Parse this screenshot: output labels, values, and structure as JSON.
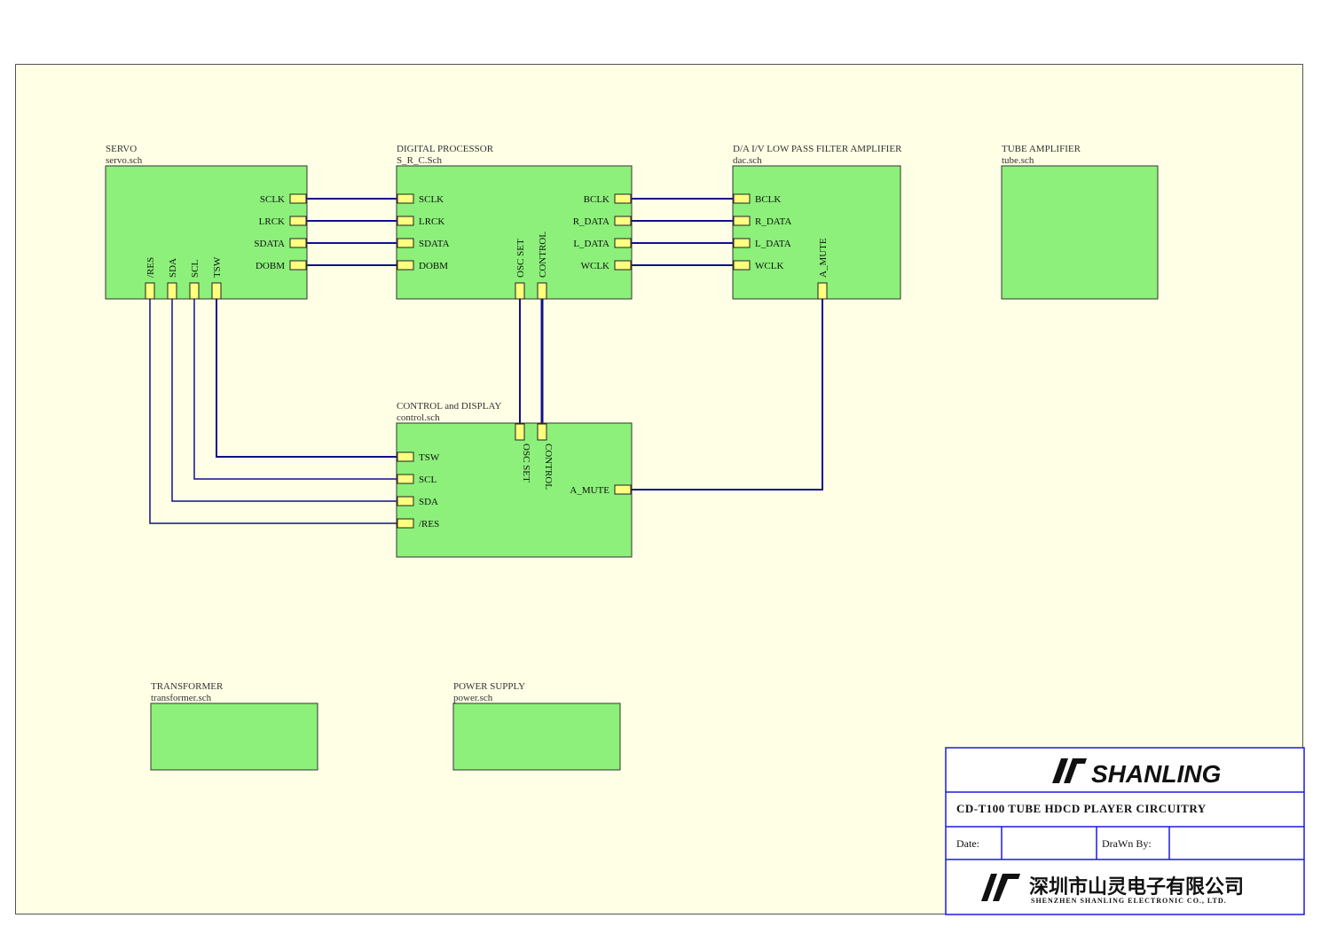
{
  "blocks": {
    "servo": {
      "title": "SERVO",
      "file": "servo.sch",
      "pins_right": [
        "SCLK",
        "LRCK",
        "SDATA",
        "DOBM"
      ],
      "pins_bottom": [
        "/RES",
        "SDA",
        "SCL",
        "TSW"
      ]
    },
    "digital": {
      "title": "DIGITAL PROCESSOR",
      "file": "S_R_C.Sch",
      "pins_left": [
        "SCLK",
        "LRCK",
        "SDATA",
        "DOBM"
      ],
      "pins_right": [
        "BCLK",
        "R_DATA",
        "L_DATA",
        "WCLK"
      ],
      "pins_bottom": [
        "OSC SET",
        "CONTROL"
      ]
    },
    "dac": {
      "title": "D/A  I/V LOW PASS FILTER AMPLIFIER",
      "file": "dac.sch",
      "pins_left": [
        "BCLK",
        "R_DATA",
        "L_DATA",
        "WCLK"
      ],
      "pins_bottom": [
        "A_MUTE"
      ]
    },
    "tube": {
      "title": "TUBE AMPLIFIER",
      "file": "tube.sch"
    },
    "control": {
      "title": "CONTROL and DISPLAY",
      "file": "control.sch",
      "pins_left": [
        "TSW",
        "SCL",
        "SDA",
        "/RES"
      ],
      "pins_top": [
        "OSC SET",
        "CONTROL"
      ],
      "pins_right": [
        "A_MUTE"
      ]
    },
    "transformer": {
      "title": "TRANSFORMER",
      "file": "transformer.sch"
    },
    "power": {
      "title": "POWER SUPPLY",
      "file": "power.sch"
    }
  },
  "title_block": {
    "brand": "SHANLING",
    "title": "CD-T100   TUBE  HDCD PLAYER   CIRCUITRY",
    "date_label": "Date:",
    "drawn_label": "DraWn By:",
    "company_cn": "深圳市山灵电子有限公司",
    "company_en": "SHENZHEN SHANLING ELECTRONIC CO., LTD."
  },
  "colors": {
    "block": "#8cf07a",
    "pin": "#ffff80",
    "wire": "#10108a",
    "sheet": "#ffffe6",
    "frame": "#1a1ae0"
  }
}
